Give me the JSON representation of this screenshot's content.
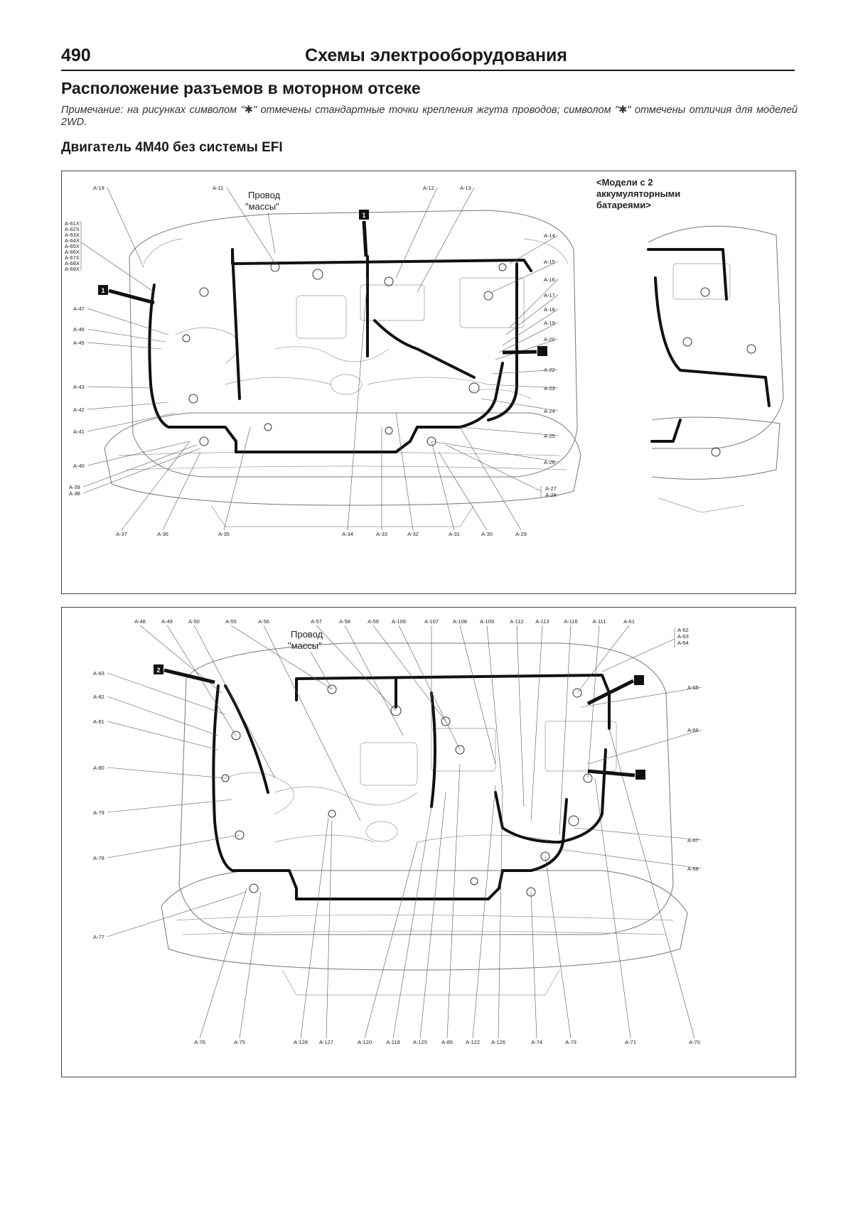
{
  "header": {
    "page_number": "490",
    "running_head": "Схемы электрооборудования"
  },
  "section_title": "Расположение разъемов в моторном отсеке",
  "note": "Примечание: на рисунках символом \"✱\" отмечены стандартные точки крепления жгута проводов; символом \"✱\" отмечены отличия для моделей 2WD.",
  "subheading": "Двигатель 4M40 без системы EFI",
  "diagram_top": {
    "ground_wire_label": [
      "Провод",
      "\"массы\""
    ],
    "inset_caption": [
      "<Модели с 2",
      "аккумуляторными",
      "батареями>"
    ],
    "markers": [
      "1"
    ],
    "left_group_labels": [
      "A-61X",
      "A-62X",
      "A-63X",
      "A-64X",
      "A-65X",
      "A-66X",
      "A-67X",
      "A-68X",
      "A-69X"
    ],
    "left_labels": [
      "A-19",
      "A-47",
      "A-46",
      "A-45",
      "A-43",
      "A-42",
      "A-41",
      "A-40",
      "A-39",
      "A-38"
    ],
    "top_labels": [
      "A-11",
      "A-12",
      "A-13"
    ],
    "right_labels": [
      "A-14",
      "A-15",
      "A-16",
      "A-17",
      "A-18",
      "A-19",
      "A-20",
      "A-22",
      "A-23",
      "A-24",
      "A-25",
      "A-26",
      "A-27",
      "A-28"
    ],
    "bottom_labels": [
      "A-37",
      "A-36",
      "A-35",
      "A-34",
      "A-33",
      "A-32",
      "A-31",
      "A-30",
      "A-29"
    ]
  },
  "diagram_bottom": {
    "ground_wire_label": [
      "Провод",
      "\"массы\""
    ],
    "markers": [
      "2"
    ],
    "top_labels": [
      "A-48",
      "A-49",
      "A-50",
      "A-55",
      "A-56",
      "A-57",
      "A-58",
      "A-59",
      "A-106",
      "A-107",
      "A-108",
      "A-109",
      "A-112",
      "A-113",
      "A-116",
      "A-111",
      "A-61"
    ],
    "right_group_labels": [
      "A-62",
      "A-63",
      "A-64"
    ],
    "left_labels": [
      "A-83",
      "A-82",
      "A-81",
      "A-80",
      "A-79",
      "A-78",
      "A-77"
    ],
    "right_labels": [
      "A-65",
      "A-66",
      "A-67",
      "A-68"
    ],
    "bottom_labels": [
      "A-76",
      "A-75",
      "A-128",
      "A-127",
      "A-120",
      "A-119",
      "A-125",
      "A-85",
      "A-122",
      "A-126",
      "A-74",
      "A-73",
      "A-71",
      "A-70"
    ]
  }
}
